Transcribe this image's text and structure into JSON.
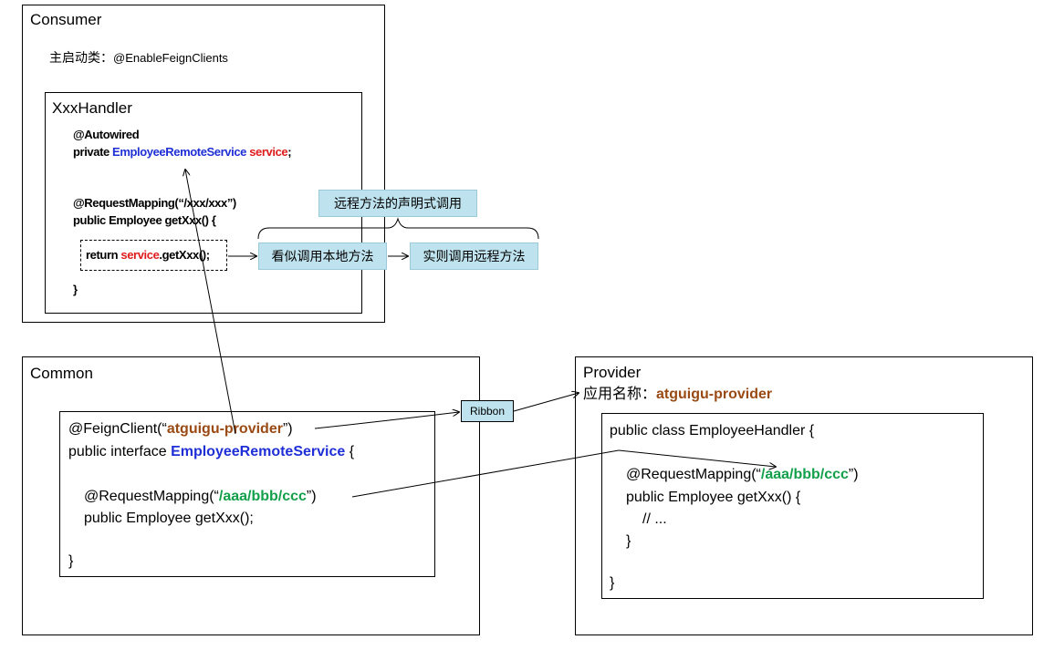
{
  "consumer": {
    "title": "Consumer",
    "main_class_prefix": "主启动类：",
    "main_class_annotation": "@EnableFeignClients",
    "handler": {
      "title": "XxxHandler",
      "autowired": "@Autowired",
      "field_prefix": "private ",
      "field_type": "EmployeeRemoteService",
      "field_name": "service",
      "field_suffix": ";",
      "mapping": "@RequestMapping(“/xxx/xxx”)",
      "method_sig": "public Employee getXxx() {",
      "return_prefix": "return ",
      "return_var": "service",
      "return_suffix": ".getXxx();",
      "close_brace": "}"
    }
  },
  "callouts": {
    "declarative": "远程方法的声明式调用",
    "looks_local": "看似调用本地方法",
    "actually_remote": "实则调用远程方法"
  },
  "common": {
    "title": "Common",
    "feign_prefix": "@FeignClient(“",
    "feign_name": "atguigu-provider",
    "feign_suffix": "”)",
    "iface_prefix": "public interface ",
    "iface_name": "EmployeeRemoteService",
    "iface_suffix": " {",
    "mapping_prefix": "@RequestMapping(“",
    "mapping_path": "/aaa/bbb/ccc",
    "mapping_suffix": "”)",
    "method_sig": "public Employee getXxx();",
    "close_brace": "}"
  },
  "ribbon": {
    "label": "Ribbon"
  },
  "provider": {
    "title": "Provider",
    "app_name_prefix": "应用名称：",
    "app_name": "atguigu-provider",
    "class_decl": "public class EmployeeHandler {",
    "mapping_prefix": "@RequestMapping(“",
    "mapping_path": "/aaa/bbb/ccc",
    "mapping_suffix": "”)",
    "method_sig": "public Employee getXxx() {",
    "comment": "// ...",
    "inner_close": "}",
    "close_brace": "}"
  },
  "colors": {
    "type_blue": "#1f2fd6",
    "var_red": "#e01b1b",
    "name_brown": "#9a4a14",
    "path_green": "#13a04a",
    "callout_bg": "#bfe3ee"
  }
}
